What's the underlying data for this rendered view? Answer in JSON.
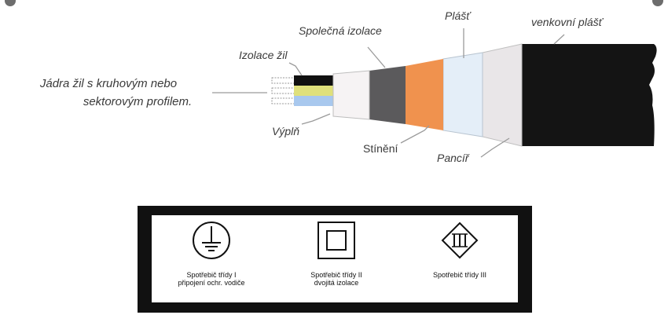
{
  "cable_diagram": {
    "labels": {
      "cores": [
        "Jádra žil s kruhovým nebo",
        "sektorovým profilem."
      ],
      "core_insulation": "Izolace žil",
      "filler": "Výplň",
      "common_insulation": "Společná izolace",
      "shield": "Stínění",
      "sheath": "Plášť",
      "armour": "Pancíř",
      "outer_sheath": "venkovní plášť"
    },
    "colors": {
      "outer_sheath": "#141414",
      "armour": "#e9e6e8",
      "sheath": "#e4eef8",
      "shield": "#f0924e",
      "common_insulation": "#5b5a5c",
      "filler": "#f6f3f4",
      "core_black": "#101010",
      "core_yellow": "#dfe07b",
      "core_blue": "#a8c8ee",
      "leader": "#9a9a9a"
    }
  },
  "symbols": [
    {
      "icon": "protective-earth-icon",
      "caption": [
        "Spotřebič třídy   I",
        "připojení ochr. vodiče"
      ]
    },
    {
      "icon": "double-insulation-icon",
      "caption": [
        "Spotřebič třídy  II",
        "dvojitá izolace"
      ]
    },
    {
      "icon": "class-iii-icon",
      "caption": [
        "Spotřebič třídy  III"
      ]
    }
  ]
}
